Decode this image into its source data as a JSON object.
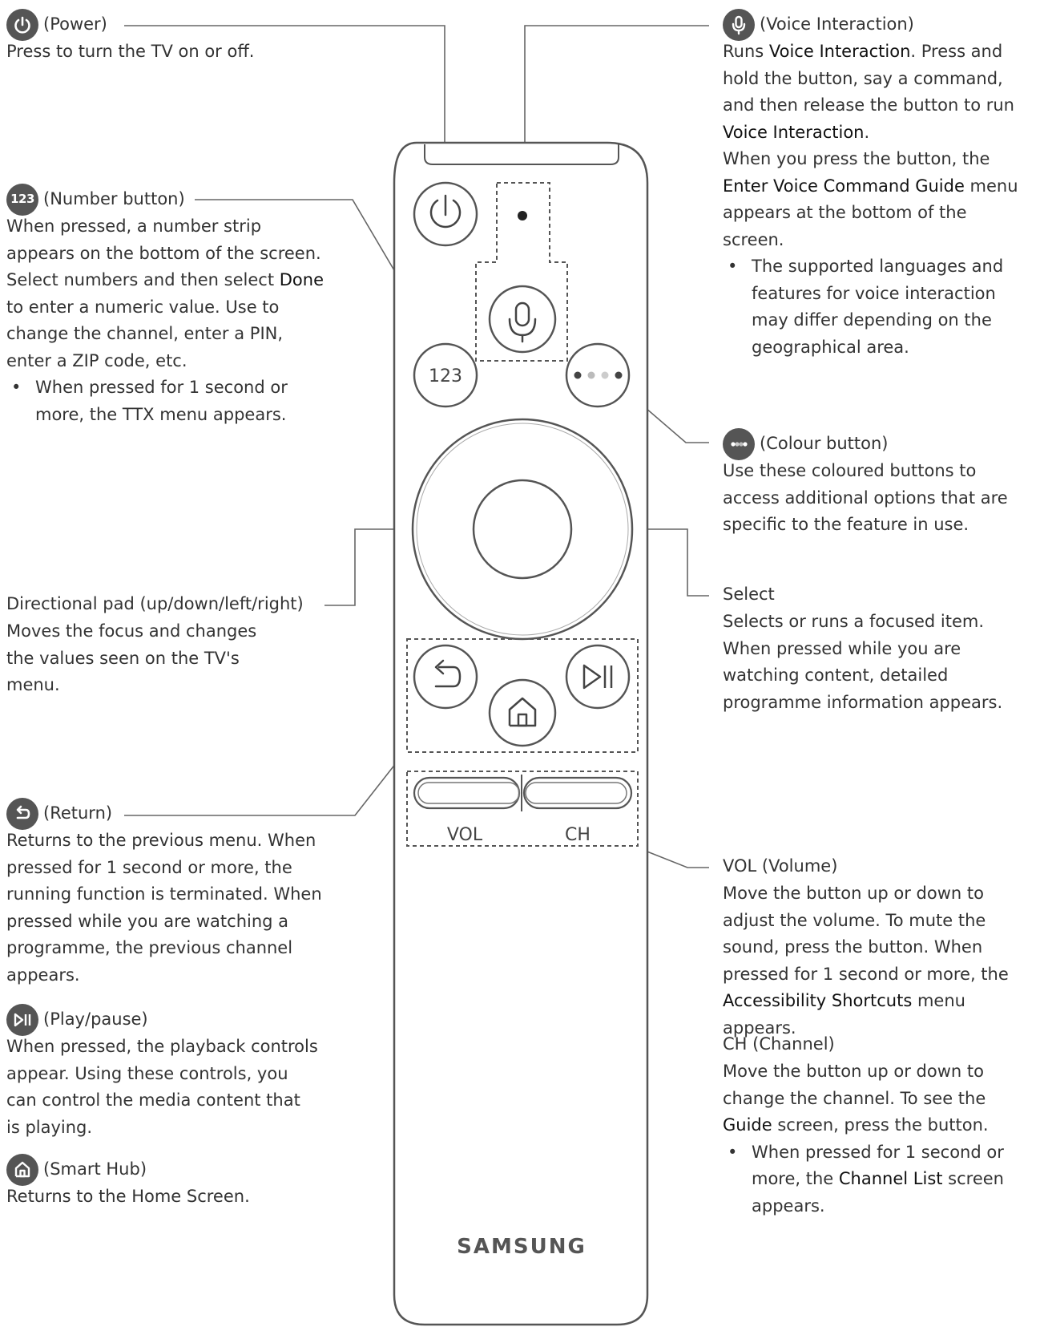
{
  "colors": {
    "ink": "#333333",
    "line": "#666666",
    "icon_disc": "#555555",
    "remote_outline": "#555555"
  },
  "remote": {
    "number_label": "123",
    "vol_label": "VOL",
    "ch_label": "CH",
    "brand": "SAMSUNG"
  },
  "power": {
    "icon": "power-icon",
    "title": "(Power)",
    "desc": "Press to turn the TV on or off."
  },
  "number": {
    "icon_text": "123",
    "title": "(Number button)",
    "desc_1": "When pressed, a number strip appears on the bottom of the screen. Select numbers and then select ",
    "desc_done": "Done",
    "desc_2": " to enter a numeric value. Use to change the channel, enter a PIN, enter a ZIP code, etc.",
    "bullet": "When pressed for 1 second or more, the TTX menu appears."
  },
  "dpad": {
    "title": "Directional pad (up/down/left/right)",
    "desc": "Moves the focus and changes the values seen on the TV's menu."
  },
  "return": {
    "icon": "return-icon",
    "title": "(Return)",
    "desc": "Returns to the previous menu. When pressed for 1 second or more, the running function is terminated. When pressed while you are watching a programme, the previous channel appears."
  },
  "playpause": {
    "icon": "play-pause-icon",
    "title": "(Play/pause)",
    "desc": "When pressed, the playback controls appear. Using these controls, you can control the media content that is playing."
  },
  "smarthub": {
    "icon": "home-icon",
    "title": "(Smart Hub)",
    "desc": "Returns to the Home Screen."
  },
  "voice": {
    "icon": "microphone-icon",
    "title": "(Voice Interaction)",
    "p1_a": "Runs ",
    "p1_b": "Voice Interaction",
    "p1_c": ". Press and hold the button, say a command, and then release the button to run ",
    "p1_d": "Voice Interaction",
    "p1_e": ".",
    "p2_a": "When you press the button, the ",
    "p2_b": "Enter Voice Command Guide",
    "p2_c": " menu appears at the bottom of the screen.",
    "bullet": "The supported languages and features for voice interaction may differ depending on the geographical area."
  },
  "colour": {
    "icon": "colour-dots-icon",
    "title": "(Colour button)",
    "desc": "Use these coloured buttons to access additional options that are specific to the feature in use."
  },
  "select": {
    "title": "Select",
    "desc": "Selects or runs a focused item. When pressed while you are watching content, detailed programme information appears."
  },
  "vol": {
    "title": "VOL (Volume)",
    "desc_a": "Move the button up or down to adjust the volume. To mute the sound, press the button. When pressed for 1 second or more, the ",
    "desc_b": "Accessibility Shortcuts",
    "desc_c": " menu appears."
  },
  "ch": {
    "title": "CH (Channel)",
    "desc_a": "Move the button up or down to change the channel. To see the ",
    "desc_b": "Guide",
    "desc_c": " screen, press the button.",
    "bullet_a": "When pressed for 1 second or more, the ",
    "bullet_b": "Channel List",
    "bullet_c": " screen appears."
  }
}
